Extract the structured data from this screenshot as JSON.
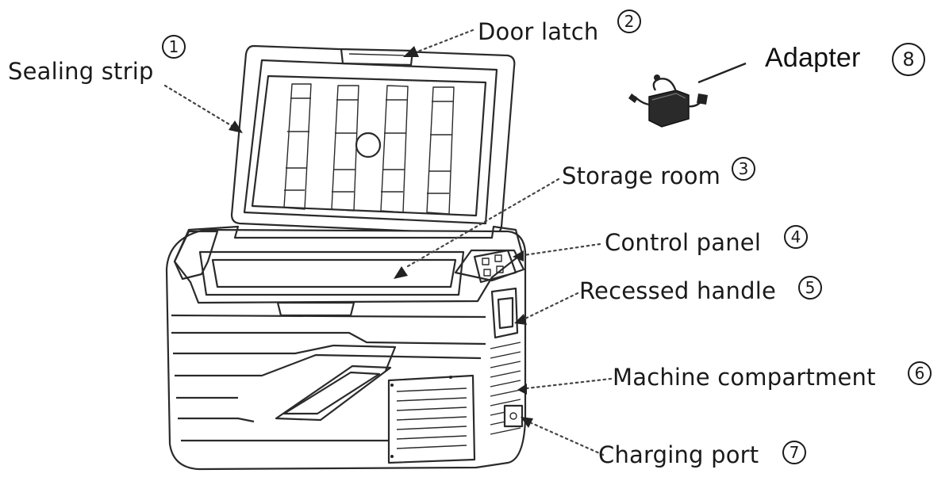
{
  "parts": [
    {
      "id": "sealing",
      "name": "Sealing strip",
      "number": "1"
    },
    {
      "id": "latch",
      "name": "Door latch",
      "number": "2"
    },
    {
      "id": "storage",
      "name": "Storage room",
      "number": "3"
    },
    {
      "id": "control",
      "name": "Control panel",
      "number": "4"
    },
    {
      "id": "handle",
      "name": "Recessed handle",
      "number": "5"
    },
    {
      "id": "machine",
      "name": "Machine compartment",
      "number": "6"
    },
    {
      "id": "charging",
      "name": "Charging port",
      "number": "7"
    },
    {
      "id": "adapter",
      "name": "Adapter",
      "number": "8"
    }
  ]
}
